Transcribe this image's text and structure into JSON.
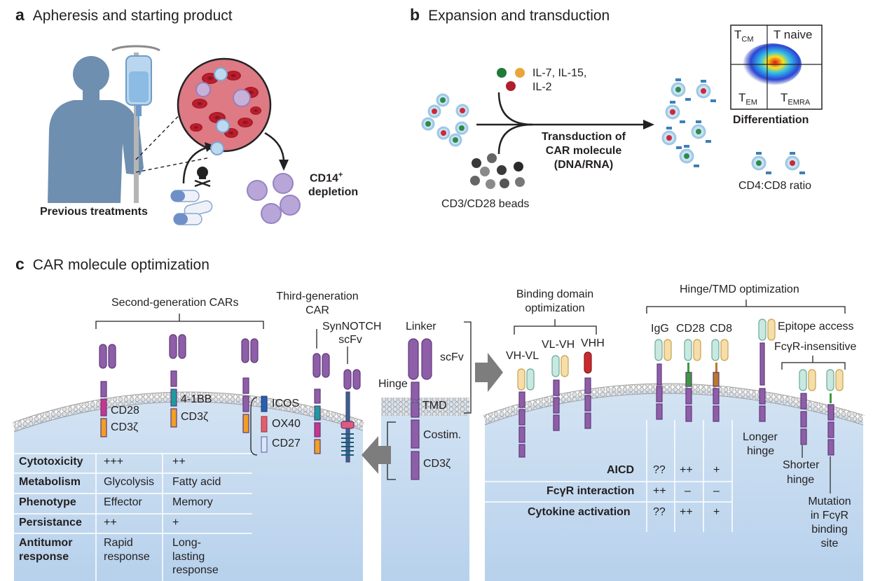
{
  "panel_a": {
    "letter": "a",
    "title": "Apheresis and starting product",
    "previous_treatments": "Previous treatments",
    "depletion_line1": "CD14",
    "depletion_sup": "+",
    "depletion_line2": "depletion"
  },
  "panel_b": {
    "letter": "b",
    "title": "Expansion and transduction",
    "cytokines_line1": "IL-7, IL-15,",
    "cytokines_line2": "IL-2",
    "beads": "CD3/CD28 beads",
    "transduction": [
      "Transduction of",
      "CAR molecule",
      "(DNA/RNA)"
    ],
    "quadrants": {
      "tcm_main": "T",
      "tcm_sub": "CM",
      "naive": "T naive",
      "tem_main": "T",
      "tem_sub": "EM",
      "temra_main": "T",
      "temra_sub": "EMRA"
    },
    "differentiation": "Differentiation",
    "ratio": "CD4:CD8 ratio"
  },
  "panel_c": {
    "letter": "c",
    "title": "CAR molecule optimization",
    "second_gen": "Second-generation CARs",
    "third_gen": [
      "Third-generation",
      "CAR"
    ],
    "synnotch": [
      "SynNOTCH",
      "scFv"
    ],
    "domains_left": {
      "cd28": "CD28",
      "cd3z_1": "CD3ζ",
      "bb41": "4-1BB",
      "cd3z_2": "CD3ζ",
      "icos": "ICOS",
      "ox40": "OX40",
      "cd27": "CD27"
    },
    "center_labels": {
      "linker": "Linker",
      "scfv": "scFv",
      "hinge": "Hinge",
      "tmd": "TMD",
      "costim": "Costim.",
      "cd3z": "CD3ζ"
    },
    "table_left": {
      "rows": [
        {
          "label": "Cytotoxicity",
          "c1": "+++",
          "c2": "++"
        },
        {
          "label": "Metabolism",
          "c1": "Glycolysis",
          "c2": "Fatty acid"
        },
        {
          "label": "Phenotype",
          "c1": "Effector",
          "c2": "Memory"
        },
        {
          "label": "Persistance",
          "c1": "++",
          "c2": "+"
        }
      ],
      "antitumor": {
        "label": [
          "Antitumor",
          "response"
        ],
        "c1": [
          "Rapid",
          "response"
        ],
        "c2": [
          "Long-",
          "lasting",
          "response"
        ]
      }
    },
    "binding": {
      "title": [
        "Binding domain",
        "optimization"
      ],
      "vhvl": "VH-VL",
      "vlvh": "VL-VH",
      "vhh": "VHH"
    },
    "hinge_tmd": {
      "title": "Hinge/TMD optimization",
      "igg": "IgG",
      "cd28": "CD28",
      "cd8": "CD8",
      "epitope": "Epitope access",
      "fcgr": "FcγR-insensitive",
      "longer": [
        "Longer",
        "hinge"
      ],
      "shorter": [
        "Shorter",
        "hinge"
      ],
      "mutation": [
        "Mutation",
        "in FcγR",
        "binding",
        "site"
      ]
    },
    "table_right": {
      "rows": [
        {
          "label": "AICD",
          "c1": "??",
          "c2": "++",
          "c3": "+"
        },
        {
          "label": "FcγR interaction",
          "c1": "++",
          "c2": "–",
          "c3": "–"
        },
        {
          "label": "Cytokine activation",
          "c1": "??",
          "c2": "++",
          "c3": "+"
        }
      ]
    }
  }
}
